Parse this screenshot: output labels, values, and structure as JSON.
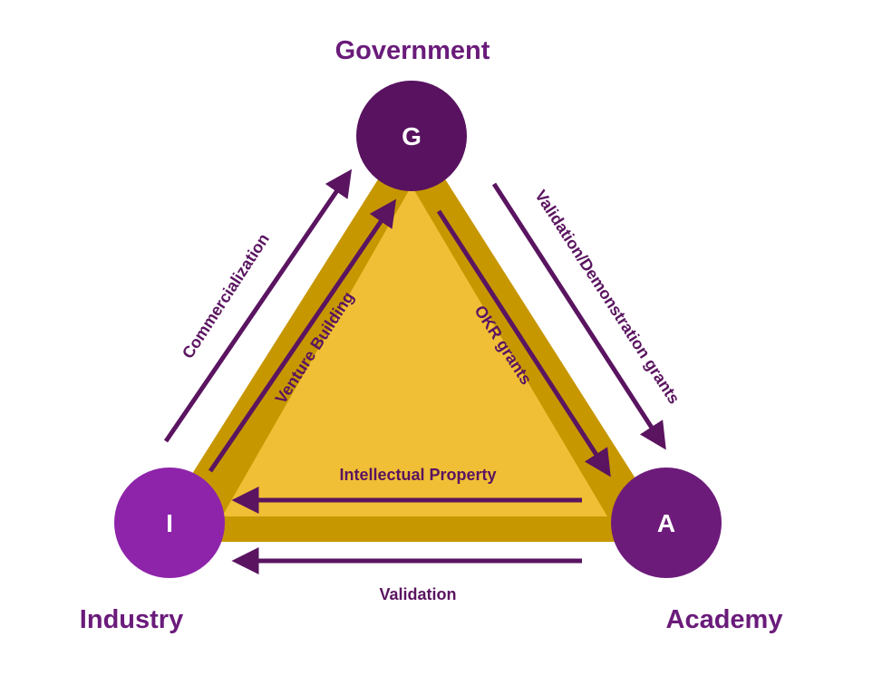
{
  "nodes": {
    "government": {
      "letter": "G",
      "label": "Government"
    },
    "industry": {
      "letter": "I",
      "label": "Industry"
    },
    "academy": {
      "letter": "A",
      "label": "Academy"
    }
  },
  "flows": {
    "commercialization": "Commercialization",
    "venture_building": "Venture Building",
    "okr_grants": "OKR grants",
    "validation_demo": "Validation/Demonstration grants",
    "intellectual_property": "Intellectual Property",
    "validation": "Validation"
  },
  "colors": {
    "triangle_fill": "#f0bf35",
    "triangle_border": "#c79700",
    "arrow": "#5a1460",
    "government_node": "#58125f",
    "industry_node": "#8e24aa",
    "academy_node": "#6d1b7b",
    "label_text": "#6a1b7a"
  }
}
